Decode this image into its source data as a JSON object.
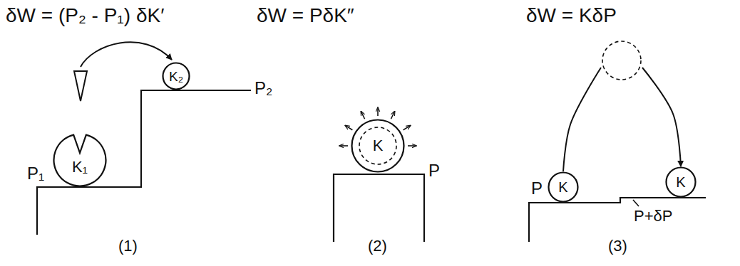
{
  "diagram": {
    "nodes": [
      {
        "text": [
          "K₁"
        ]
      },
      {
        "text": [
          "K₂"
        ]
      },
      {
        "text": [
          "K"
        ]
      },
      {
        "text": [
          "K"
        ]
      },
      {
        "text": [
          "K"
        ]
      }
    ],
    "edges": [
      {
        "from": 3,
        "to": 4,
        "arrow": "to"
      }
    ],
    "labels": [
      "δW = (P₂ - P₁) δK′",
      "P₁",
      "P₂",
      "(1)",
      "δW = PδK″",
      "P",
      "(2)",
      "δW = KδP",
      "P",
      "P+δP",
      "(3)"
    ]
  }
}
